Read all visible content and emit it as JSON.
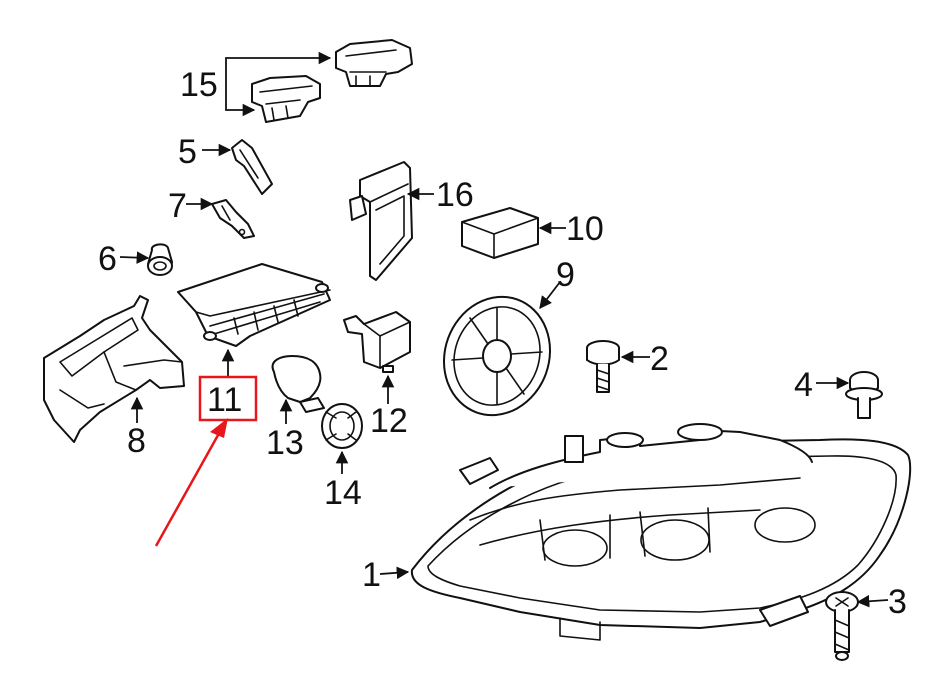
{
  "callouts": [
    {
      "label": "1"
    },
    {
      "label": "2"
    },
    {
      "label": "3"
    },
    {
      "label": "4"
    },
    {
      "label": "5"
    },
    {
      "label": "6"
    },
    {
      "label": "7"
    },
    {
      "label": "8"
    },
    {
      "label": "9"
    },
    {
      "label": "10"
    },
    {
      "label": "11"
    },
    {
      "label": "12"
    },
    {
      "label": "13"
    },
    {
      "label": "14"
    },
    {
      "label": "15"
    },
    {
      "label": "16"
    }
  ],
  "highlight": {
    "color": "#e8161b"
  }
}
